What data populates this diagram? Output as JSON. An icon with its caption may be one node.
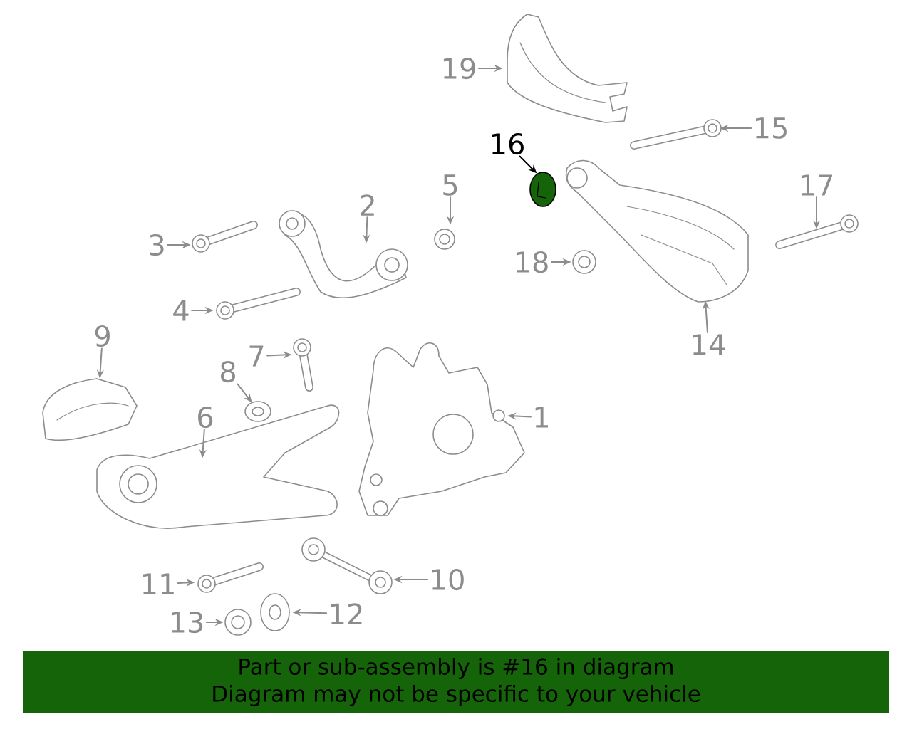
{
  "diagram": {
    "nodes": [
      {
        "text": [
          "19"
        ]
      },
      {
        "text": [
          "15"
        ]
      },
      {
        "text": [
          "16"
        ]
      },
      {
        "text": [
          "2"
        ]
      },
      {
        "text": [
          "5"
        ]
      },
      {
        "text": [
          "17"
        ]
      },
      {
        "text": [
          "3"
        ]
      },
      {
        "text": [
          "18"
        ]
      },
      {
        "text": [
          "4"
        ]
      },
      {
        "text": [
          "14"
        ]
      },
      {
        "text": [
          "9"
        ]
      },
      {
        "text": [
          "7"
        ]
      },
      {
        "text": [
          "8"
        ]
      },
      {
        "text": [
          "1"
        ]
      },
      {
        "text": [
          "6"
        ]
      },
      {
        "text": [
          "11"
        ]
      },
      {
        "text": [
          "10"
        ]
      },
      {
        "text": [
          "12"
        ]
      },
      {
        "text": [
          "13"
        ]
      },
      {
        "text": [],
        "shape": "picture"
      },
      {
        "text": [],
        "shape": "picture"
      },
      {
        "text": [],
        "shape": "picture"
      },
      {
        "text": [],
        "shape": "picture"
      },
      {
        "text": [],
        "shape": "picture"
      },
      {
        "text": [],
        "shape": "picture"
      },
      {
        "text": [],
        "shape": "picture"
      },
      {
        "text": [],
        "shape": "picture"
      },
      {
        "text": [],
        "shape": "picture"
      },
      {
        "text": [],
        "shape": "picture"
      },
      {
        "text": [],
        "shape": "picture"
      },
      {
        "text": [],
        "shape": "picture"
      },
      {
        "text": [],
        "shape": "picture"
      },
      {
        "text": [],
        "shape": "picture"
      },
      {
        "text": [],
        "shape": "picture"
      },
      {
        "text": [],
        "shape": "picture"
      },
      {
        "text": [],
        "shape": "picture"
      },
      {
        "text": [],
        "shape": "picture"
      },
      {
        "text": [],
        "shape": "picture"
      },
      {
        "text": [
          "Part or sub-assembly is #16 in diagram",
          "Diagram may not be specific to your vehicle"
        ]
      }
    ],
    "edges": [
      {
        "from": 0,
        "to": 19,
        "arrow": "to"
      },
      {
        "from": 1,
        "to": 20,
        "arrow": "to"
      },
      {
        "from": 2,
        "to": 21,
        "arrow": "to",
        "color": "#000000"
      },
      {
        "from": 3,
        "to": 22,
        "arrow": "to"
      },
      {
        "from": 4,
        "to": 23,
        "arrow": "to"
      },
      {
        "from": 5,
        "to": 24,
        "arrow": "to"
      },
      {
        "from": 6,
        "to": 25,
        "arrow": "to"
      },
      {
        "from": 7,
        "to": 26,
        "arrow": "to"
      },
      {
        "from": 8,
        "to": 27,
        "arrow": "to"
      },
      {
        "from": 9,
        "to": 28,
        "arrow": "to"
      },
      {
        "from": 10,
        "to": 29,
        "arrow": "to"
      },
      {
        "from": 11,
        "to": 30,
        "arrow": "to"
      },
      {
        "from": 12,
        "to": 31,
        "arrow": "to"
      },
      {
        "from": 13,
        "to": 32,
        "arrow": "to"
      },
      {
        "from": 14,
        "to": 33,
        "arrow": "to"
      },
      {
        "from": 15,
        "to": 34,
        "arrow": "to"
      },
      {
        "from": 16,
        "to": 35,
        "arrow": "to"
      },
      {
        "from": 17,
        "to": 36,
        "arrow": "to"
      },
      {
        "from": 18,
        "to": 37,
        "arrow": "to"
      }
    ]
  }
}
